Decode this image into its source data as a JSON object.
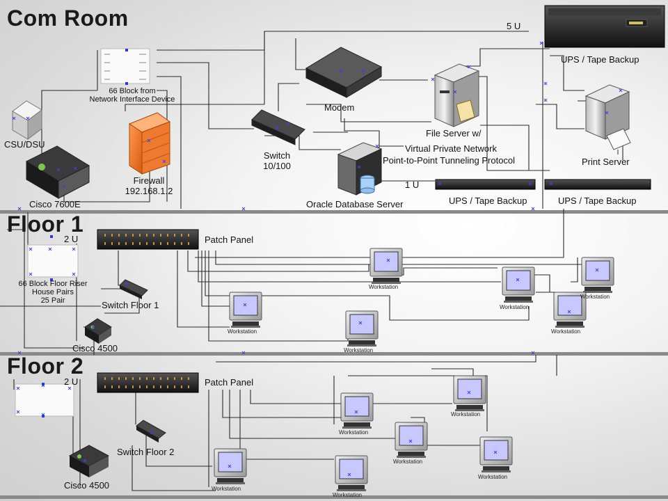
{
  "sections": {
    "com_room": "Com Room",
    "floor1": "Floor 1",
    "floor2": "Floor 2"
  },
  "units": {
    "five_u": "5 U",
    "one_u": "1 U",
    "two_u_f1": "2 U",
    "two_u_f2": "2 U"
  },
  "com_room": {
    "csu_dsu": "CSU/DSU",
    "block_66_line1": "66 Block from",
    "block_66_line2": "Network Interface Device",
    "cisco_7600": "Cisco 7600E",
    "firewall": "Firewall",
    "firewall_ip": "192.168.1.2",
    "switch_line1": "Switch",
    "switch_line2": "10/100",
    "modem": "Modem",
    "file_server": "File Server w/",
    "vpn": "Virtual Private Network",
    "pptp": "Point-to-Point Tunneling Protocol",
    "oracle": "Oracle Database Server",
    "ups_top": "UPS / Tape Backup",
    "ups_mid": "UPS / Tape Backup",
    "ups_right": "UPS / Tape Backup",
    "print_server": "Print Server"
  },
  "floor1": {
    "patch_panel": "Patch Panel",
    "riser_line1": "66 Block Floor Riser",
    "riser_line2": "House Pairs",
    "riser_line3": "25 Pair",
    "switch": "Switch Floor 1",
    "router": "Cisco 4500",
    "workstation": "Workstation"
  },
  "floor2": {
    "patch_panel": "Patch Panel",
    "switch": "Switch Floor 2",
    "router": "Cisco 4500",
    "workstation": "Workstation"
  },
  "colors": {
    "wire": "#2a2a2a",
    "divider": "#7a7a7a",
    "firewall": "#f07a2a",
    "screen": "#c8c8ff",
    "connector": "#3a46d8"
  }
}
